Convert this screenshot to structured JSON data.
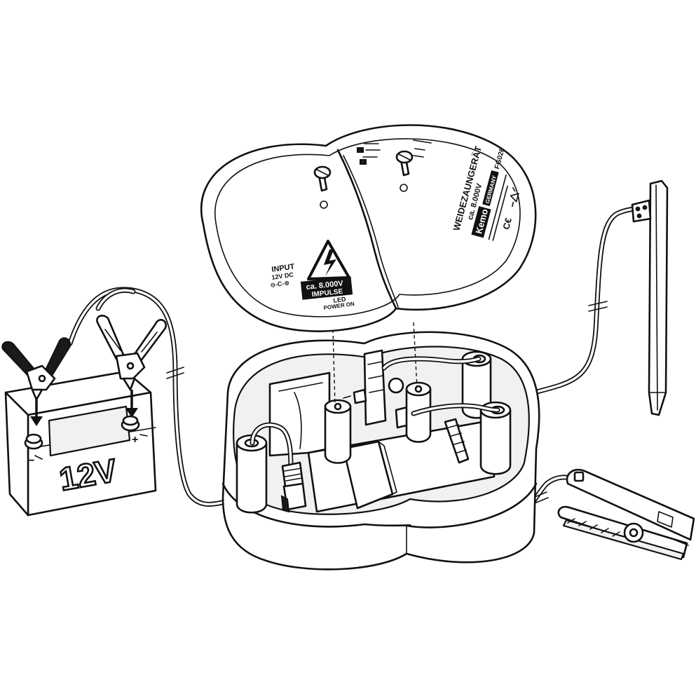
{
  "lid": {
    "input_label": "INPUT",
    "input_spec": "12V DC",
    "input_polarity": "⊖-C-⊕",
    "warning_voltage": "ca. 8.000V",
    "warning_type": "IMPULSE",
    "led_label": "LED",
    "power_label": "POWER ON",
    "product_name": "WEIDEZAUNGERÄT",
    "product_voltage": "ca. 8.000V",
    "brand": "Kemo",
    "brand_origin": "GERMANY",
    "model": "FG026",
    "ce_mark": "C€",
    "icon_warning": "high-voltage-warning-icon",
    "icon_recycle": "recycle-icon"
  },
  "battery": {
    "voltage_label": "12V",
    "minus_label": "−",
    "plus_label": "+"
  },
  "colors": {
    "ink": "#111111",
    "paper": "#ffffff",
    "shade": "#f1f1f1"
  }
}
